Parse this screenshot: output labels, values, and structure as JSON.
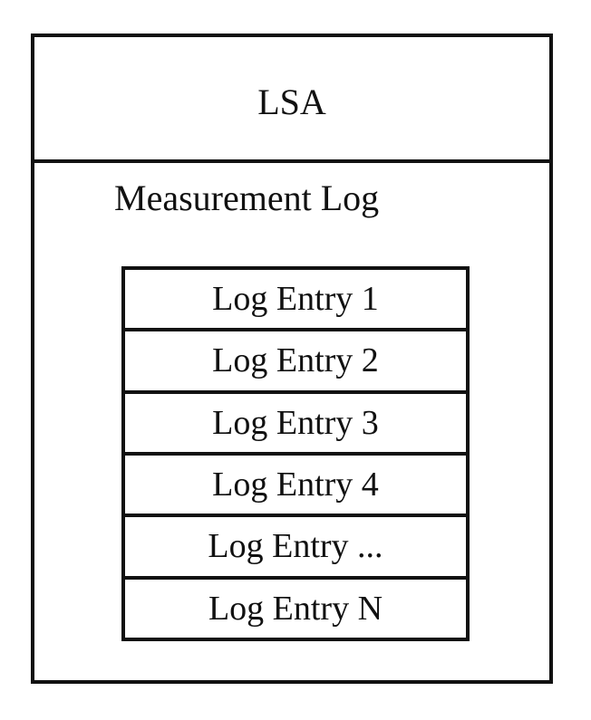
{
  "diagram": {
    "header": {
      "label": "LSA"
    },
    "section": {
      "title": "Measurement Log"
    },
    "entries": [
      {
        "label": "Log Entry 1"
      },
      {
        "label": "Log Entry 2"
      },
      {
        "label": "Log Entry 3"
      },
      {
        "label": "Log Entry 4"
      },
      {
        "label": "Log Entry ..."
      },
      {
        "label": "Log Entry N"
      }
    ]
  }
}
